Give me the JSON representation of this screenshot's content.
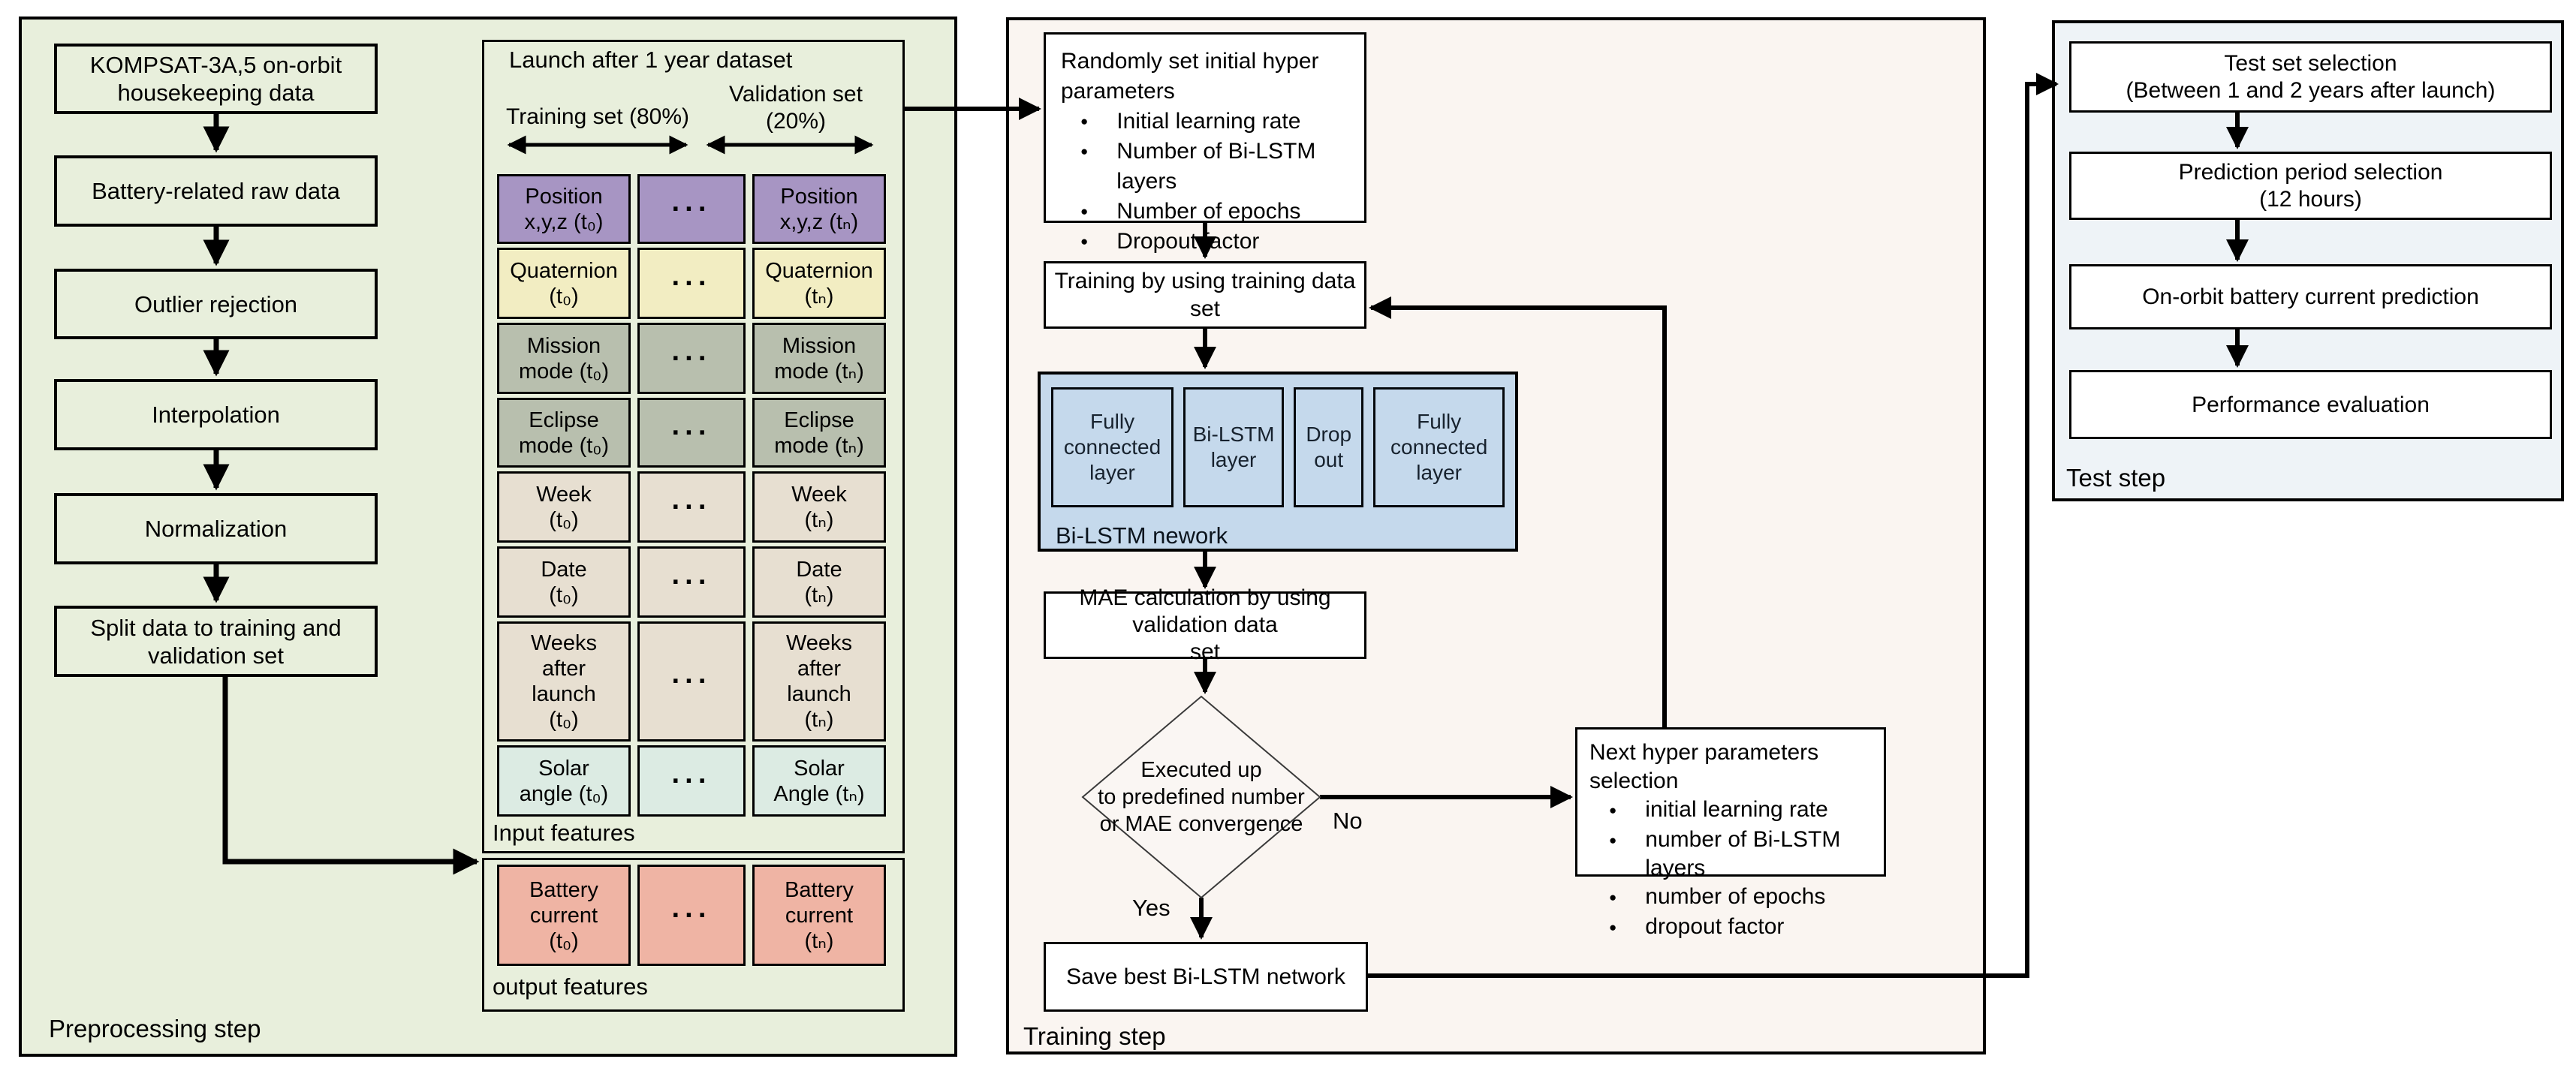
{
  "colors": {
    "preprocessing_bg": "#e8efdc",
    "training_bg": "#faf5f1",
    "test_bg": "#eef3f7",
    "purple": "#a795c3",
    "yellow": "#f2edc2",
    "gray_green": "#b8bfae",
    "beige": "#e7dfd1",
    "mint": "#dcebe3",
    "salmon": "#efb4a4",
    "network_blue": "#c5d9ec",
    "line": "#000000"
  },
  "preprocessing": {
    "label": "Preprocessing step",
    "flow": [
      "KOMPSAT-3A,5 on-orbit\nhousekeeping data",
      "Battery-related raw data",
      "Outlier rejection",
      "Interpolation",
      "Normalization",
      "Split data to training and\nvalidation set"
    ],
    "dataset": {
      "title": "Launch after 1 year dataset",
      "training_label": "Training set (80%)",
      "validation_label": "Validation set\n(20%)",
      "input_label": "Input features",
      "output_label": "output features",
      "rows": [
        {
          "first": "Position\nx,y,z (t₀)",
          "mid": "···",
          "last": "Position\nx,y,z (tₙ)",
          "color": "#a795c3"
        },
        {
          "first": "Quaternion\n(t₀)",
          "mid": "···",
          "last": "Quaternion\n(tₙ)",
          "color": "#f2edc2"
        },
        {
          "first": "Mission\nmode (t₀)",
          "mid": "···",
          "last": "Mission\nmode (tₙ)",
          "color": "#b8bfae"
        },
        {
          "first": "Eclipse\nmode (t₀)",
          "mid": "···",
          "last": "Eclipse\nmode (tₙ)",
          "color": "#b8bfae"
        },
        {
          "first": "Week\n(t₀)",
          "mid": "···",
          "last": "Week\n(tₙ)",
          "color": "#e7dfd1"
        },
        {
          "first": "Date\n(t₀)",
          "mid": "···",
          "last": "Date\n(tₙ)",
          "color": "#e7dfd1"
        },
        {
          "first": "Weeks\nafter\nlaunch\n(t₀)",
          "mid": "···",
          "last": "Weeks\nafter\nlaunch\n(tₙ)",
          "color": "#e7dfd1"
        },
        {
          "first": "Solar\nangle (t₀)",
          "mid": "···",
          "last": "Solar\nAngle (tₙ)",
          "color": "#dcebe3"
        }
      ],
      "output_row": {
        "first": "Battery\ncurrent\n(t₀)",
        "mid": "···",
        "last": "Battery\ncurrent\n(tₙ)",
        "color": "#efb4a4"
      }
    }
  },
  "training": {
    "label": "Training step",
    "init_box": {
      "title": "Randomly set initial hyper parameters",
      "bullets": [
        "Initial learning rate",
        "Number of Bi-LSTM layers",
        "Number of epochs",
        "Dropout factor"
      ]
    },
    "train_box": "Training by using training data set",
    "network": {
      "label": "Bi-LSTM nework",
      "layers": [
        "Fully\nconnected\nlayer",
        "Bi-LSTM\nlayer",
        "Drop\nout",
        "Fully\nconnected\nlayer"
      ]
    },
    "mae_box": "MAE calculation by using validation data\nset",
    "decision": "Executed up\nto predefined number\nor MAE convergence",
    "no_label": "No",
    "yes_label": "Yes",
    "next_box": {
      "title": "Next hyper parameters selection",
      "bullets": [
        "initial learning rate",
        "number of Bi-LSTM layers",
        "number of epochs",
        "dropout factor"
      ]
    },
    "save_box": "Save best Bi-LSTM network"
  },
  "test": {
    "label": "Test step",
    "boxes": [
      "Test set selection\n(Between 1 and 2 years after launch)",
      "Prediction period selection\n(12 hours)",
      "On-orbit battery current prediction",
      "Performance evaluation"
    ]
  }
}
